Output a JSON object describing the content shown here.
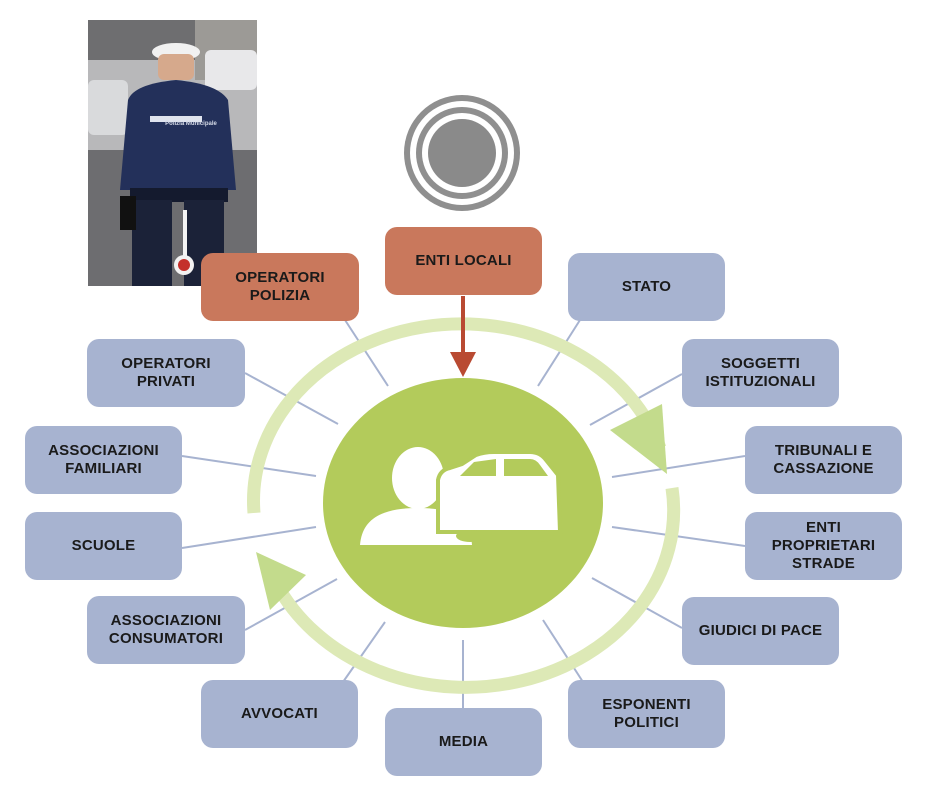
{
  "photo": {
    "badge_text": "Polizia Municipale"
  },
  "center": {
    "icon": "person-car-icon"
  },
  "top_icon": "concentric-circles-icon",
  "colors": {
    "blue_box": "#a7b3d0",
    "orange_box": "#c9785c",
    "ring": "#d5e5a5",
    "ring_arrow": "#c3db8c",
    "center_circle": "#b3cb5b",
    "connector": "#a7b3d0",
    "main_arrow": "#b94a32",
    "top_icon": "#8a8a8a"
  },
  "nodes": {
    "operatori_polizia": "OPERATORI\nPOLIZIA",
    "enti_locali": "ENTI LOCALI",
    "stato": "STATO",
    "soggetti_istituzionali": "SOGGETTI\nISTITUZIONALI",
    "tribunali_cassazione": "TRIBUNALI E\nCASSAZIONE",
    "enti_proprietari_strade": "ENTI\nPROPRIETARI\nSTRADE",
    "giudici_di_pace": "GIUDICI DI PACE",
    "esponenti_politici": "ESPONENTI\nPOLITICI",
    "media": "MEDIA",
    "avvocati": "AVVOCATI",
    "associazioni_consumatori": "ASSOCIAZIONI\nCONSUMATORI",
    "scuole": "SCUOLE",
    "associazioni_familiari": "ASSOCIAZIONI\nFAMILIARI",
    "operatori_privati": "OPERATORI\nPRIVATI"
  }
}
